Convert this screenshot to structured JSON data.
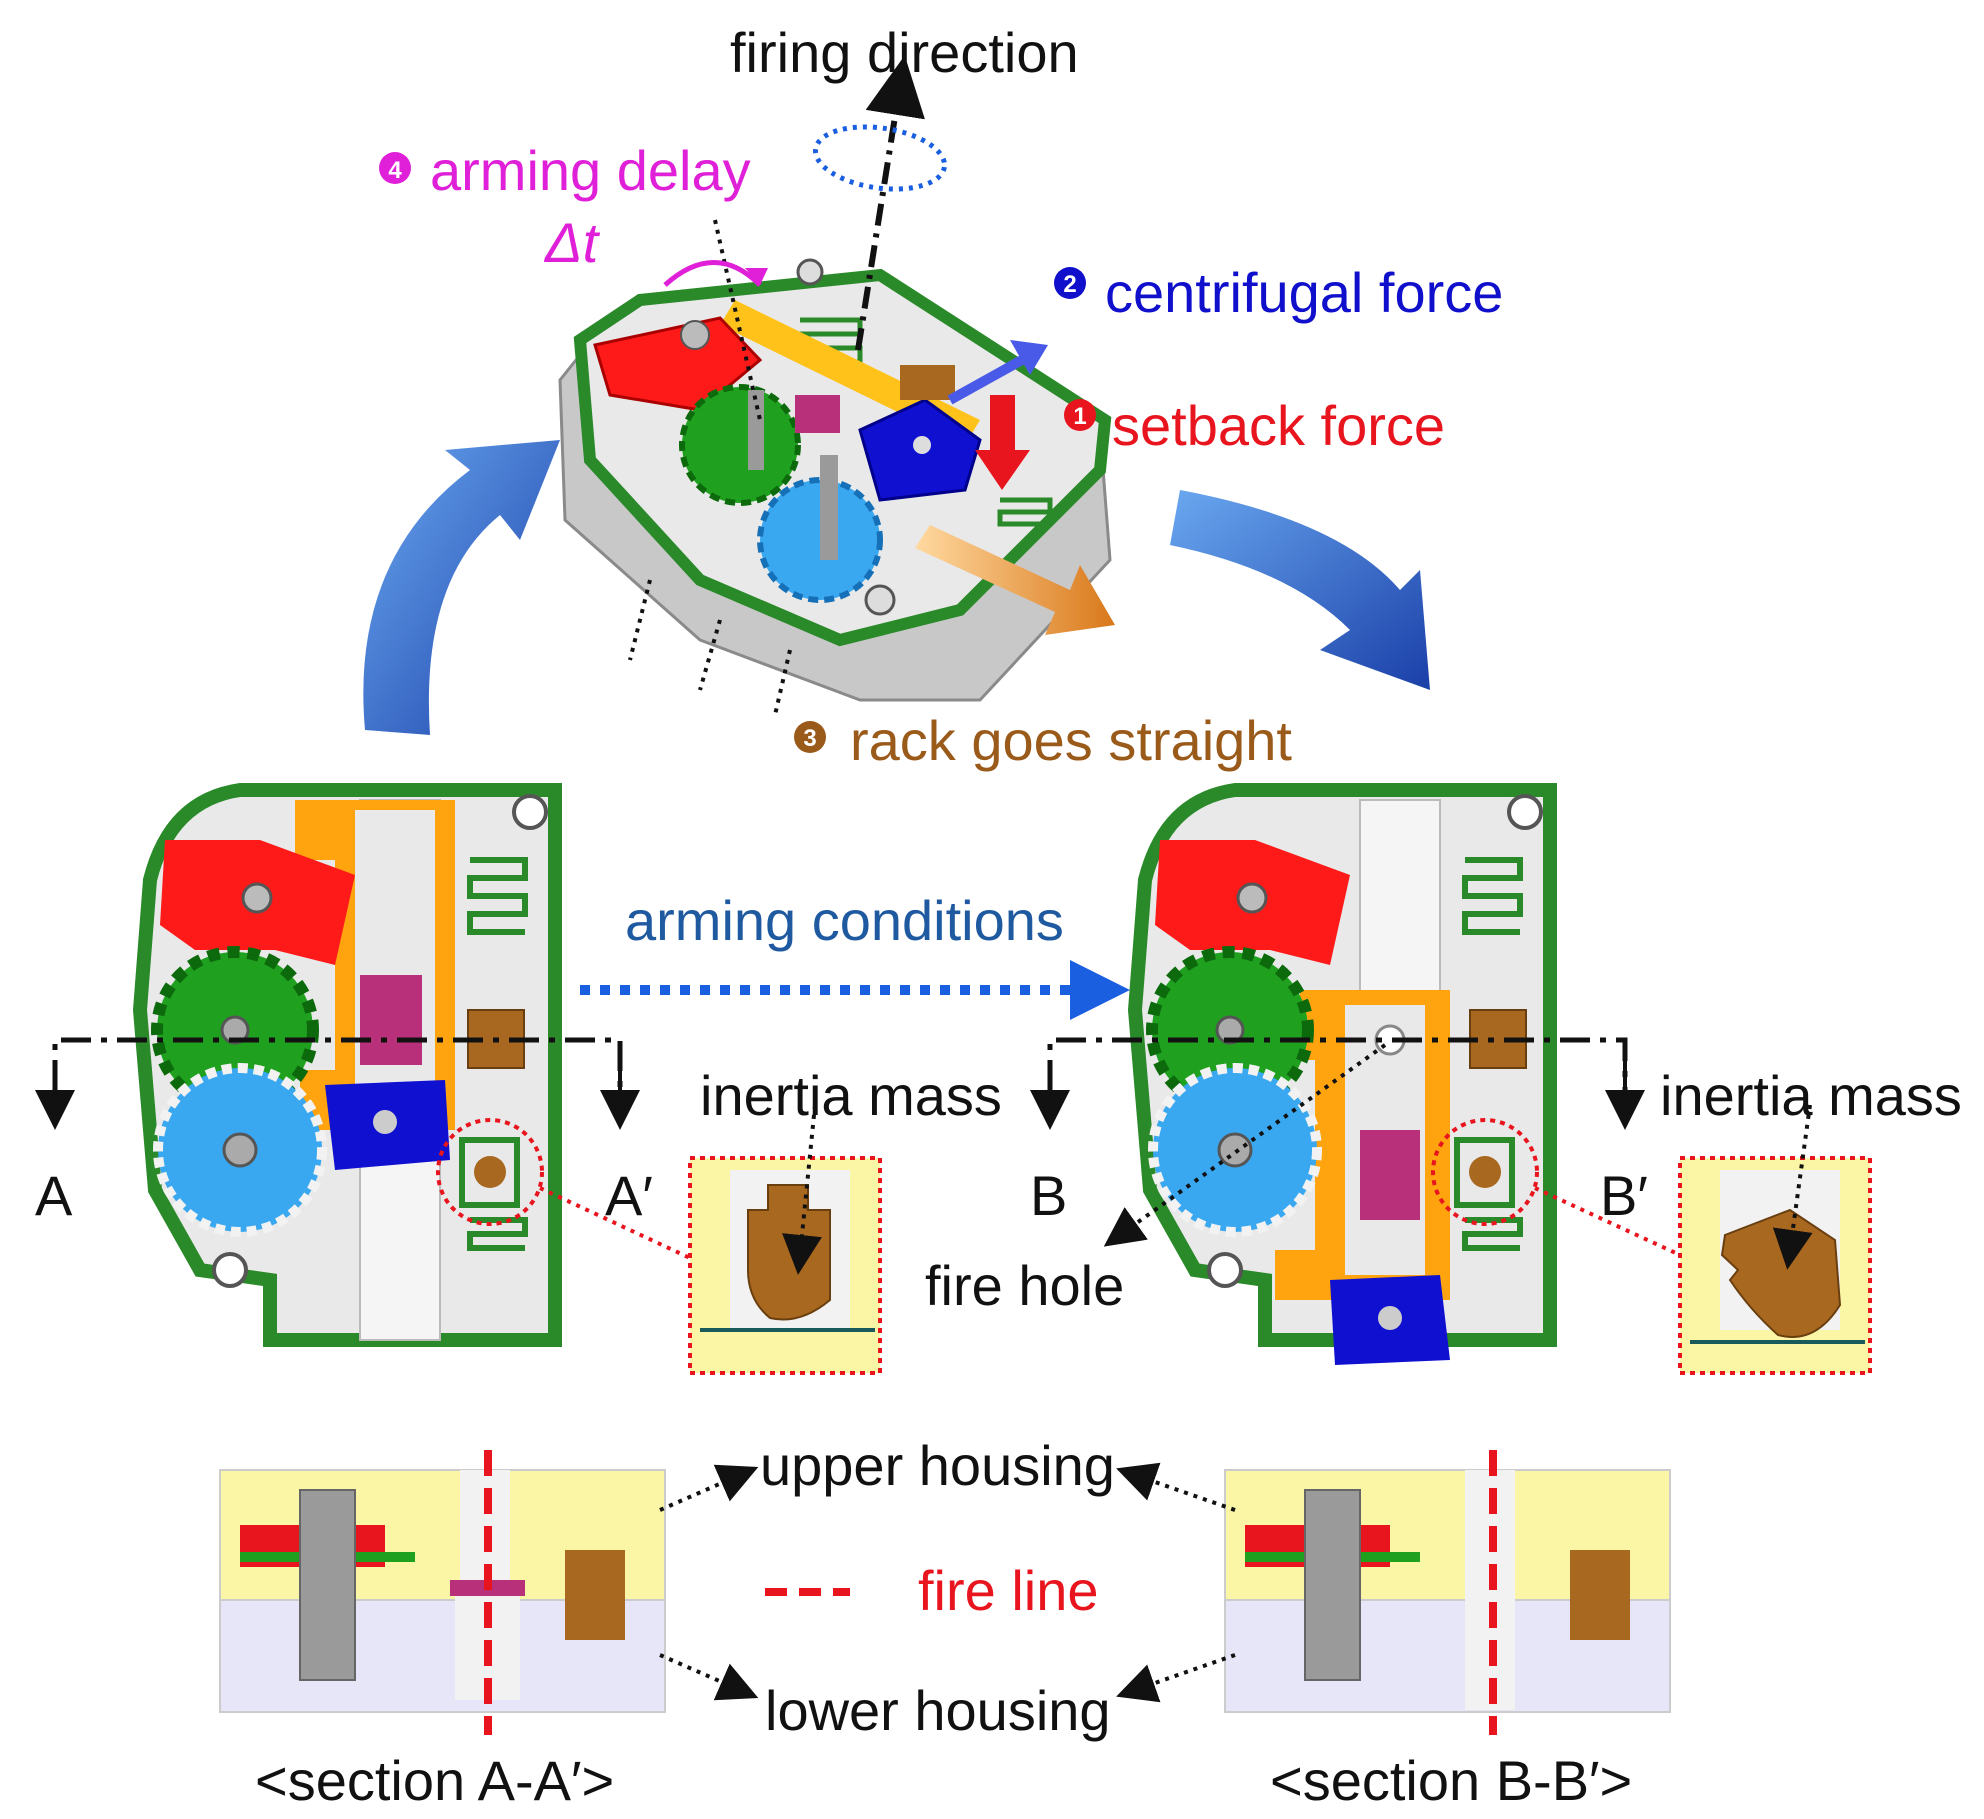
{
  "labels": {
    "firing_direction": "firing direction",
    "arming_delay_num": "4",
    "arming_delay": "arming delay",
    "delta_t": "Δt",
    "centrifugal_num": "2",
    "centrifugal_force": "centrifugal force",
    "setback_num": "1",
    "setback_force": "setback force",
    "rack_num": "3",
    "rack_goes_straight": "rack goes straight",
    "arming_conditions": "arming conditions",
    "inertia_mass_left": "inertia mass",
    "inertia_mass_right": "inertia mass",
    "A": "A",
    "A_prime": "A′",
    "B": "B",
    "B_prime": "B′",
    "fire_hole": "fire hole",
    "upper_housing": "upper housing",
    "fire_line": "fire line",
    "lower_housing": "lower housing",
    "section_a": "<section A-A′>",
    "section_b": "<section B-B′>"
  },
  "colors": {
    "setback": "#e8141e",
    "centrifugal": "#1010cc",
    "arming_delay": "#e020d8",
    "rack": "#9a5a1a",
    "arming_conditions": "#1f5aa0",
    "fire_line": "#e8141e",
    "pcb_green": "#2a8a2a",
    "red_part": "#ff1a1a",
    "green_gear": "#1fa01f",
    "blue_gear": "#3aa8f0",
    "slider_orange": "#ffa30f",
    "blue_block": "#1010d0",
    "brown_mass": "#a8681f",
    "magenta_pin": "#b8307a",
    "housing_yellow": "#fbf6a6",
    "housing_lavender": "#e6e6f8",
    "big_arrow_blue": "#2456c8"
  }
}
